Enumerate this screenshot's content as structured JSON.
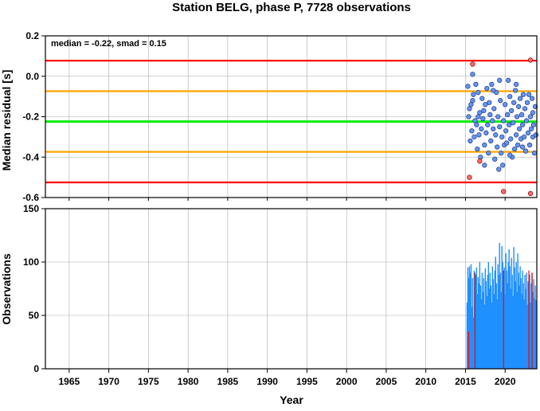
{
  "chart_data": [
    {
      "type": "scatter",
      "title": "Station BELG, phase P, 7728 observations",
      "ylabel": "Median residual [s]",
      "annotation": "median = -0.22, smad = 0.15",
      "xlim": [
        1962,
        2024
      ],
      "ylim": [
        -0.6,
        0.2
      ],
      "yticks": [
        "0.2",
        "0.0",
        "-0.2",
        "-0.4",
        "-0.6"
      ],
      "ytick_values": [
        0.2,
        0.0,
        -0.2,
        -0.4,
        -0.6
      ],
      "grid": true,
      "reference_lines": [
        {
          "y": 0.077,
          "color": "#ff0000"
        },
        {
          "y": -0.074,
          "color": "#ffa500"
        },
        {
          "y": -0.224,
          "color": "#00ee00"
        },
        {
          "y": -0.374,
          "color": "#ffa500"
        },
        {
          "y": -0.525,
          "color": "#ff0000"
        }
      ],
      "point_color": "#6495ed",
      "outlier_color": "#ff6a6a",
      "points": [
        [
          2015.3,
          -0.05
        ],
        [
          2015.4,
          -0.2
        ],
        [
          2015.5,
          -0.16
        ],
        [
          2015.6,
          -0.32
        ],
        [
          2015.7,
          -0.14
        ],
        [
          2015.8,
          -0.27
        ],
        [
          2015.9,
          0.01
        ],
        [
          2016.0,
          -0.09
        ],
        [
          2016.1,
          -0.3
        ],
        [
          2016.2,
          -0.22
        ],
        [
          2016.3,
          -0.04
        ],
        [
          2016.4,
          -0.24
        ],
        [
          2016.5,
          -0.36
        ],
        [
          2016.6,
          -0.2
        ],
        [
          2016.7,
          -0.29
        ],
        [
          2016.8,
          -0.18
        ],
        [
          2016.9,
          -0.4
        ],
        [
          2017.0,
          -0.26
        ],
        [
          2017.1,
          -0.11
        ],
        [
          2017.2,
          -0.21
        ],
        [
          2017.3,
          -0.17
        ],
        [
          2017.4,
          -0.34
        ],
        [
          2017.5,
          -0.14
        ],
        [
          2017.6,
          -0.28
        ],
        [
          2017.7,
          -0.06
        ],
        [
          2017.8,
          -0.24
        ],
        [
          2017.9,
          -0.38
        ],
        [
          2018.0,
          -0.13
        ],
        [
          2018.1,
          -0.19
        ],
        [
          2018.2,
          -0.32
        ],
        [
          2018.3,
          -0.04
        ],
        [
          2018.4,
          -0.22
        ],
        [
          2018.5,
          -0.26
        ],
        [
          2018.6,
          -0.16
        ],
        [
          2018.7,
          -0.41
        ],
        [
          2018.8,
          -0.29
        ],
        [
          2018.9,
          -0.08
        ],
        [
          2019.0,
          -0.35
        ],
        [
          2019.1,
          -0.2
        ],
        [
          2019.2,
          -0.46
        ],
        [
          2019.3,
          -0.25
        ],
        [
          2019.4,
          -0.12
        ],
        [
          2019.5,
          -0.38
        ],
        [
          2019.6,
          -0.3
        ],
        [
          2019.7,
          -0.44
        ],
        [
          2019.8,
          -0.22
        ],
        [
          2019.9,
          -0.34
        ],
        [
          2020.0,
          -0.14
        ],
        [
          2020.1,
          -0.27
        ],
        [
          2020.2,
          -0.33
        ],
        [
          2020.3,
          -0.19
        ],
        [
          2020.4,
          -0.02
        ],
        [
          2020.5,
          -0.24
        ],
        [
          2020.6,
          -0.1
        ],
        [
          2020.7,
          -0.31
        ],
        [
          2020.8,
          -0.17
        ],
        [
          2020.9,
          -0.4
        ],
        [
          2021.0,
          -0.23
        ],
        [
          2021.1,
          -0.13
        ],
        [
          2021.2,
          -0.36
        ],
        [
          2021.3,
          -0.07
        ],
        [
          2021.4,
          -0.29
        ],
        [
          2021.5,
          -0.2
        ],
        [
          2021.6,
          -0.34
        ],
        [
          2021.7,
          -0.15
        ],
        [
          2021.8,
          -0.26
        ],
        [
          2021.9,
          -0.11
        ],
        [
          2022.0,
          -0.31
        ],
        [
          2022.1,
          -0.19
        ],
        [
          2022.2,
          -0.24
        ],
        [
          2022.3,
          -0.09
        ],
        [
          2022.4,
          -0.3
        ],
        [
          2022.5,
          -0.16
        ],
        [
          2022.6,
          -0.37
        ],
        [
          2022.7,
          -0.22
        ],
        [
          2022.8,
          -0.13
        ],
        [
          2022.9,
          -0.28
        ],
        [
          2023.0,
          -0.09
        ],
        [
          2023.1,
          -0.34
        ],
        [
          2023.2,
          -0.2
        ],
        [
          2023.3,
          -0.26
        ],
        [
          2023.4,
          -0.11
        ],
        [
          2023.5,
          -0.3
        ],
        [
          2023.6,
          -0.24
        ],
        [
          2023.7,
          -0.38
        ],
        [
          2023.8,
          -0.15
        ],
        [
          2023.9,
          -0.29
        ],
        [
          2015.9,
          -0.12
        ],
        [
          2016.6,
          -0.08
        ],
        [
          2017.4,
          -0.44
        ],
        [
          2018.5,
          -0.07
        ],
        [
          2019.3,
          -0.02
        ],
        [
          2020.6,
          -0.39
        ],
        [
          2021.4,
          -0.04
        ],
        [
          2022.2,
          -0.35
        ],
        [
          2023.5,
          -0.18
        ]
      ],
      "outliers": [
        [
          2015.5,
          -0.5
        ],
        [
          2015.9,
          0.06
        ],
        [
          2016.8,
          -0.42
        ],
        [
          2019.8,
          -0.57
        ],
        [
          2023.2,
          0.08
        ],
        [
          2023.2,
          -0.58
        ]
      ]
    },
    {
      "type": "bar",
      "xlabel": "Year",
      "ylabel": "Observations",
      "xlim": [
        1962,
        2024
      ],
      "ylim": [
        0,
        150
      ],
      "xticks": [
        "1965",
        "1970",
        "1975",
        "1980",
        "1985",
        "1990",
        "1995",
        "2000",
        "2005",
        "2010",
        "2015",
        "2020"
      ],
      "xtick_values": [
        1965,
        1970,
        1975,
        1980,
        1985,
        1990,
        1995,
        2000,
        2005,
        2010,
        2015,
        2020
      ],
      "yticks": [
        "150",
        "100",
        "50",
        "0"
      ],
      "ytick_values": [
        150,
        100,
        50,
        0
      ],
      "grid": true,
      "bar_color": "#1e90ff",
      "outlier_bar_color": "#ff0000",
      "bars": [
        [
          2015.2,
          62
        ],
        [
          2015.3,
          95
        ],
        [
          2015.4,
          85
        ],
        [
          2015.5,
          96
        ],
        [
          2015.6,
          90
        ],
        [
          2015.7,
          98
        ],
        [
          2015.8,
          58
        ],
        [
          2015.9,
          85
        ],
        [
          2016.0,
          48
        ],
        [
          2016.1,
          92
        ],
        [
          2016.2,
          75
        ],
        [
          2016.3,
          88
        ],
        [
          2016.4,
          95
        ],
        [
          2016.5,
          70
        ],
        [
          2016.6,
          86
        ],
        [
          2016.7,
          80
        ],
        [
          2016.8,
          100
        ],
        [
          2016.9,
          78
        ],
        [
          2017.0,
          65
        ],
        [
          2017.1,
          90
        ],
        [
          2017.2,
          72
        ],
        [
          2017.3,
          85
        ],
        [
          2017.4,
          60
        ],
        [
          2017.5,
          94
        ],
        [
          2017.6,
          82
        ],
        [
          2017.7,
          68
        ],
        [
          2017.8,
          88
        ],
        [
          2017.9,
          100
        ],
        [
          2018.0,
          75
        ],
        [
          2018.1,
          90
        ],
        [
          2018.2,
          78
        ],
        [
          2018.3,
          62
        ],
        [
          2018.4,
          96
        ],
        [
          2018.5,
          84
        ],
        [
          2018.6,
          70
        ],
        [
          2018.7,
          92
        ],
        [
          2018.8,
          105
        ],
        [
          2018.9,
          80
        ],
        [
          2019.0,
          65
        ],
        [
          2019.1,
          98
        ],
        [
          2019.2,
          88
        ],
        [
          2019.3,
          118
        ],
        [
          2019.4,
          90
        ],
        [
          2019.5,
          72
        ],
        [
          2019.6,
          115
        ],
        [
          2019.7,
          100
        ],
        [
          2019.8,
          85
        ],
        [
          2019.9,
          95
        ],
        [
          2020.0,
          70
        ],
        [
          2020.1,
          108
        ],
        [
          2020.2,
          92
        ],
        [
          2020.3,
          80
        ],
        [
          2020.4,
          100
        ],
        [
          2020.5,
          112
        ],
        [
          2020.6,
          96
        ],
        [
          2020.7,
          75
        ],
        [
          2020.8,
          104
        ],
        [
          2020.9,
          88
        ],
        [
          2021.0,
          68
        ],
        [
          2021.1,
          114
        ],
        [
          2021.2,
          95
        ],
        [
          2021.3,
          82
        ],
        [
          2021.4,
          100
        ],
        [
          2021.5,
          72
        ],
        [
          2021.6,
          108
        ],
        [
          2021.7,
          90
        ],
        [
          2021.8,
          78
        ],
        [
          2021.9,
          96
        ],
        [
          2022.0,
          85
        ],
        [
          2022.1,
          70
        ],
        [
          2022.2,
          92
        ],
        [
          2022.3,
          80
        ],
        [
          2022.4,
          65
        ],
        [
          2022.5,
          88
        ],
        [
          2022.6,
          75
        ],
        [
          2022.7,
          90
        ],
        [
          2022.8,
          60
        ],
        [
          2022.9,
          82
        ],
        [
          2023.0,
          70
        ],
        [
          2023.1,
          88
        ],
        [
          2023.2,
          62
        ],
        [
          2023.3,
          80
        ],
        [
          2023.4,
          90
        ],
        [
          2023.5,
          72
        ],
        [
          2023.6,
          84
        ],
        [
          2023.7,
          66
        ],
        [
          2023.8,
          78
        ],
        [
          2023.9,
          64
        ]
      ],
      "outlier_bars": [
        [
          2015.4,
          35
        ],
        [
          2016.2,
          90
        ],
        [
          2019.8,
          92
        ],
        [
          2023.0,
          92
        ],
        [
          2023.4,
          90
        ]
      ]
    }
  ]
}
